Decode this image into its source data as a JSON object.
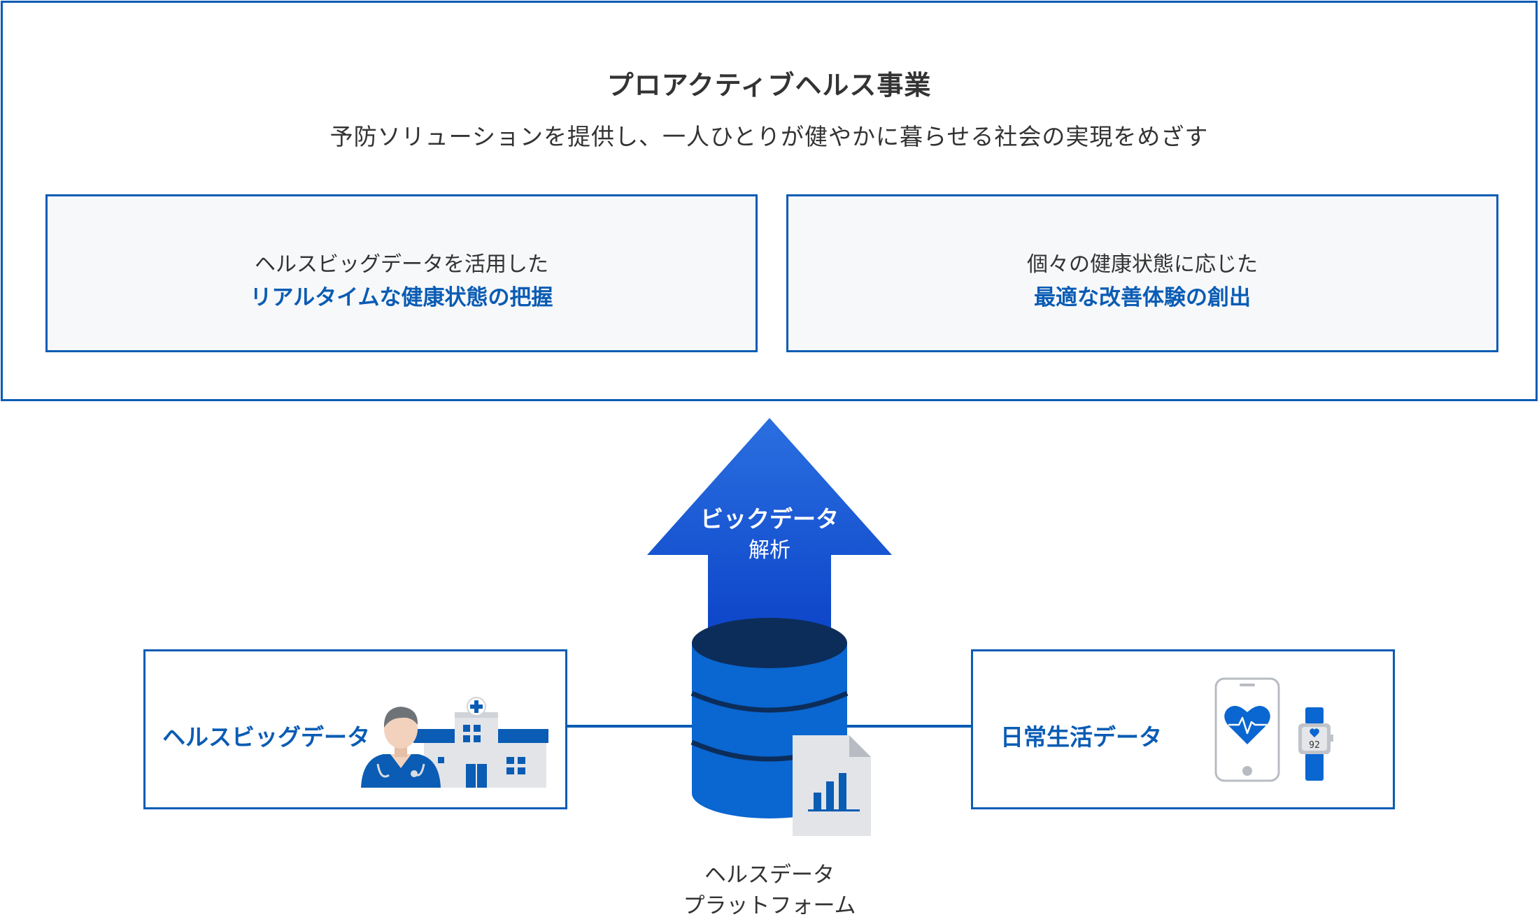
{
  "header": {
    "title": "プロアクティブヘルス事業",
    "subtitle": "予防ソリューションを提供し、一人ひとりが健やかに暮らせる社会の実現をめざす"
  },
  "features": [
    {
      "line1": "ヘルスビッグデータを活用した",
      "line2": "リアルタイムな健康状態の把握"
    },
    {
      "line1": "個々の健康状態に応じた",
      "line2": "最適な改善体験の創出"
    }
  ],
  "arrow": {
    "line1": "ビックデータ",
    "line2": "解析"
  },
  "sources": {
    "left": {
      "label": "ヘルスビッグデータ",
      "icon": "doctor-hospital-icon"
    },
    "right": {
      "label": "日常生活データ",
      "icon": "smartphone-watch-icon"
    }
  },
  "watch_reading": "92",
  "platform": {
    "line1": "ヘルスデータ",
    "line2": "プラットフォーム"
  },
  "colors": {
    "brand_blue": "#0a5cb4",
    "arrow_top": "#2a6fe0",
    "arrow_bottom": "#0c44c8",
    "db_blue": "#0a66d0",
    "db_dark": "#0c2d5a"
  }
}
